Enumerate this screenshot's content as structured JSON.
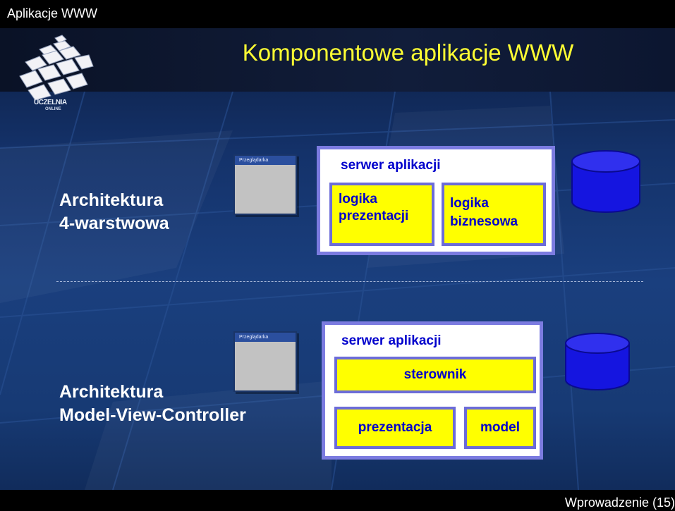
{
  "header": {
    "course": "Aplikacje WWW",
    "title": "Komponentowe aplikacje WWW"
  },
  "logo": {
    "line1": "UCZELNIA",
    "line2": "ONLINE"
  },
  "section1": {
    "arch_line1": "Architektura",
    "arch_line2": "4-warstwowa",
    "browser_title": "Przeglądarka",
    "server_label": "serwer aplikacji",
    "box1_line1": "logika",
    "box1_line2": "prezentacji",
    "box2_line1": "logika",
    "box2_line2": "biznesowa"
  },
  "section2": {
    "arch_line1": "Architektura",
    "arch_line2": "Model-View-Controller",
    "browser_title": "Przeglądarka",
    "server_label": "serwer aplikacji",
    "controller": "sterownik",
    "view": "prezentacja",
    "model": "model"
  },
  "footer": {
    "page": "Wprowadzenie (15)"
  },
  "colors": {
    "title": "#ffff33",
    "box_fill": "#ffff00",
    "box_text": "#0000cc",
    "box_border": "#6c6cd8",
    "database": "#1515e0"
  }
}
